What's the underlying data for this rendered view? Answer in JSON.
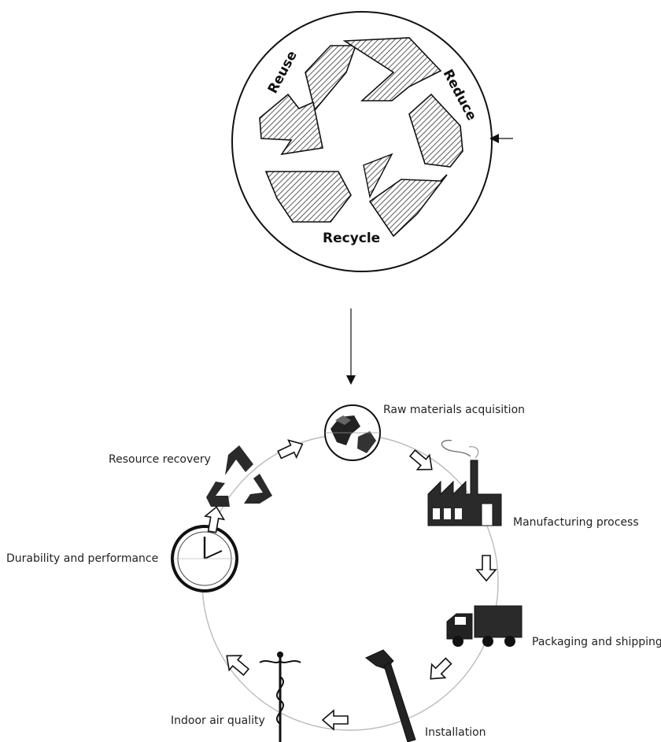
{
  "recycle_symbol": {
    "labels": {
      "reuse": "Reuse",
      "reduce": "Reduce",
      "recycle": "Recycle"
    }
  },
  "life_cycle": {
    "stages": [
      {
        "label": "Raw materials acquisition",
        "icon": "globe-icon"
      },
      {
        "label": "Manufacturing process",
        "icon": "factory-icon"
      },
      {
        "label": "Packaging and shipping",
        "icon": "truck-icon"
      },
      {
        "label": "Installation",
        "icon": "hammer-icon"
      },
      {
        "label": "Indoor air quality",
        "icon": "caduceus-icon"
      },
      {
        "label": "Durability and performance",
        "icon": "clock-icon"
      },
      {
        "label": "Resource recovery",
        "icon": "recycle-icon"
      }
    ]
  },
  "colors": {
    "ink": "#111111",
    "hatch": "#555555",
    "circle_line": "#bbbbbb"
  }
}
